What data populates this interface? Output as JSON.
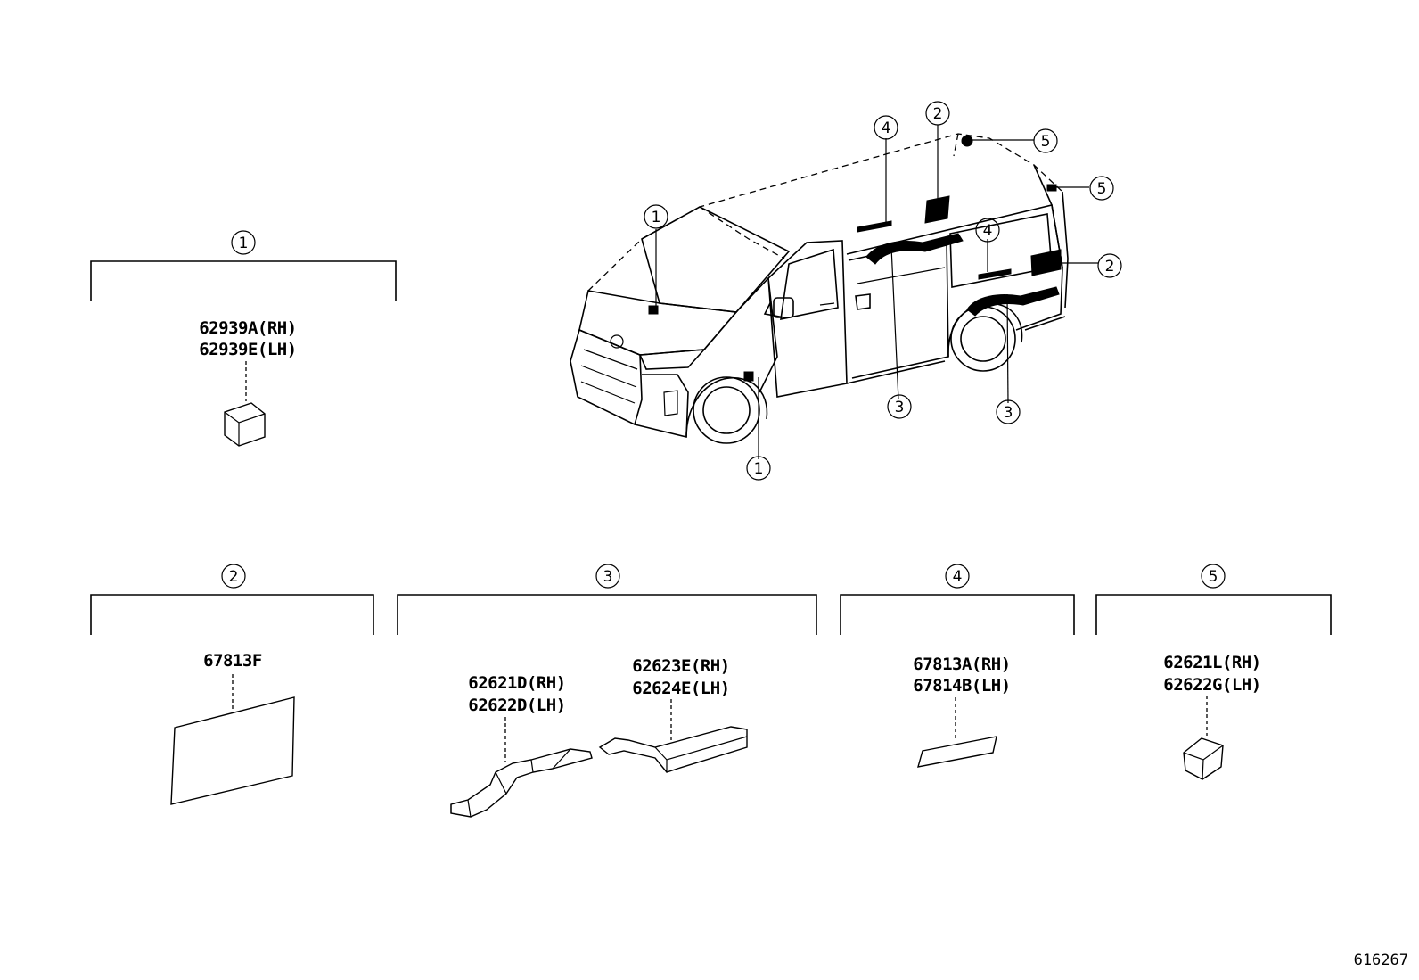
{
  "groups": [
    {
      "id": "1",
      "parts": [
        "62939A(RH)",
        "62939E(LH)"
      ]
    },
    {
      "id": "2",
      "parts": [
        "67813F"
      ]
    },
    {
      "id": "3",
      "parts": [
        "62621D(RH)",
        "62622D(LH)",
        "62623E(RH)",
        "62624E(LH)"
      ]
    },
    {
      "id": "4",
      "parts": [
        "67813A(RH)",
        "67814B(LH)"
      ]
    },
    {
      "id": "5",
      "parts": [
        "62621L(RH)",
        "62622G(LH)"
      ]
    }
  ],
  "callouts": [
    "1",
    "1",
    "2",
    "2",
    "3",
    "3",
    "4",
    "4",
    "5",
    "5"
  ],
  "diagram_code": "616267"
}
